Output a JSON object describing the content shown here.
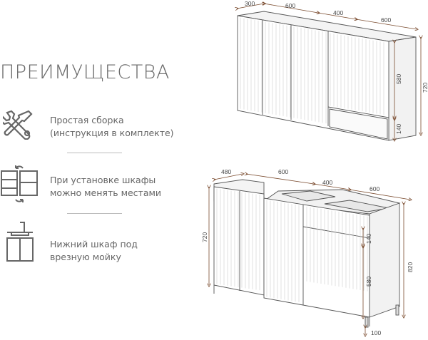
{
  "heading": "ПРЕИМУЩЕСТВА",
  "features": [
    {
      "icon": "tools-icon",
      "line1": "Простая сборка",
      "line2": "(инструкция в комплекте)"
    },
    {
      "icon": "swap-cabinets-icon",
      "line1": "При установке шкафы",
      "line2": "можно менять местами"
    },
    {
      "icon": "sink-cabinet-icon",
      "line1": "Нижний шкаф под",
      "line2": "врезную мойку"
    }
  ],
  "upper_dims": {
    "w1": "300",
    "w2": "600",
    "w3": "400",
    "w4": "600",
    "h_door": "580",
    "h_niche": "140",
    "h_total": "720"
  },
  "lower_dims": {
    "depth": "480",
    "w2": "600",
    "w3": "400",
    "w4": "600",
    "h_body": "720",
    "h_drawer": "140",
    "h_door": "580",
    "h_total": "820",
    "h_leg": "100"
  },
  "colors": {
    "dimension": "#7a4b2e",
    "outline": "#555555",
    "text": "#666666"
  }
}
